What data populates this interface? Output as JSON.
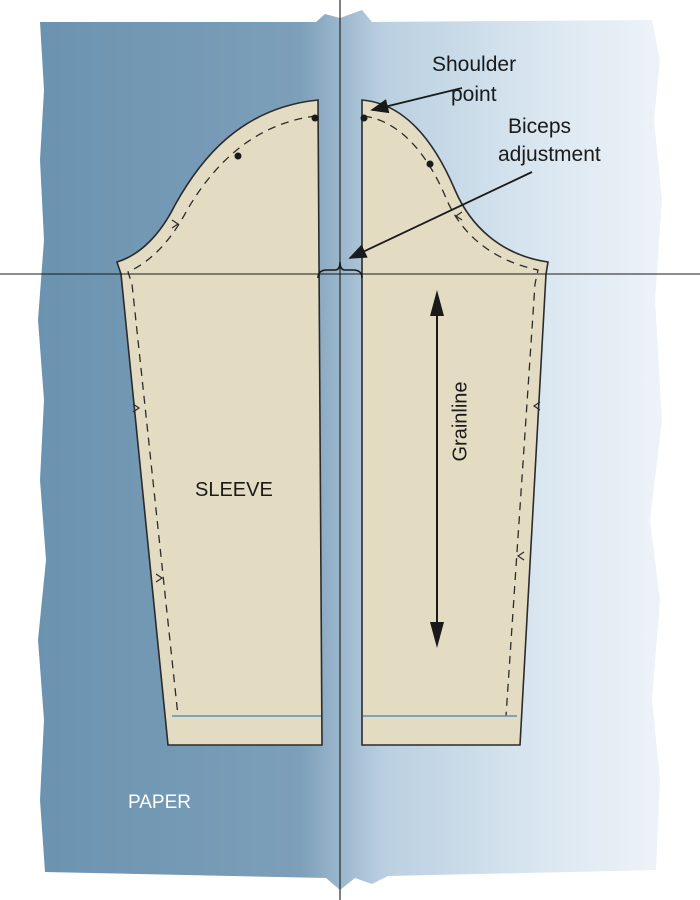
{
  "labels": {
    "shoulder_point_line1": "Shoulder",
    "shoulder_point_line2": "point",
    "biceps_adjustment_line1": "Biceps",
    "biceps_adjustment_line2": "adjustment",
    "grainline": "Grainline",
    "sleeve": "SLEEVE",
    "paper": "PAPER"
  },
  "colors": {
    "paper_left": "#6e97b3",
    "paper_right": "#eaf1f7",
    "pattern_fill": "#e3dcc2",
    "pattern_outline": "#2b2b2b",
    "hem_line": "#5a8fc2",
    "reference_lines": "#1a1a1a"
  },
  "icons": {
    "grainline_arrow": "double-headed-arrow",
    "shoulder_point_marker": "dot",
    "biceps_marker": "curly-brace"
  }
}
